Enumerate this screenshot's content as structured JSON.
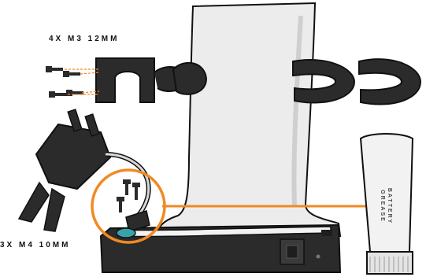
{
  "labels": {
    "screws_m3": "4X M3 12MM",
    "screws_m4": "3X M4 10MM"
  },
  "grease_tube": {
    "line1": "BATTERY",
    "line2": "GREASE"
  },
  "colors": {
    "accent_orange": "#f08a24",
    "dark_part": "#2b2b2b",
    "stand_light": "#ececec",
    "outline": "#111111",
    "seal_teal": "#38a3a5"
  },
  "icons": [
    "screw-icon",
    "cable-clip-icon",
    "charger-plug-icon",
    "grease-tube-icon"
  ]
}
